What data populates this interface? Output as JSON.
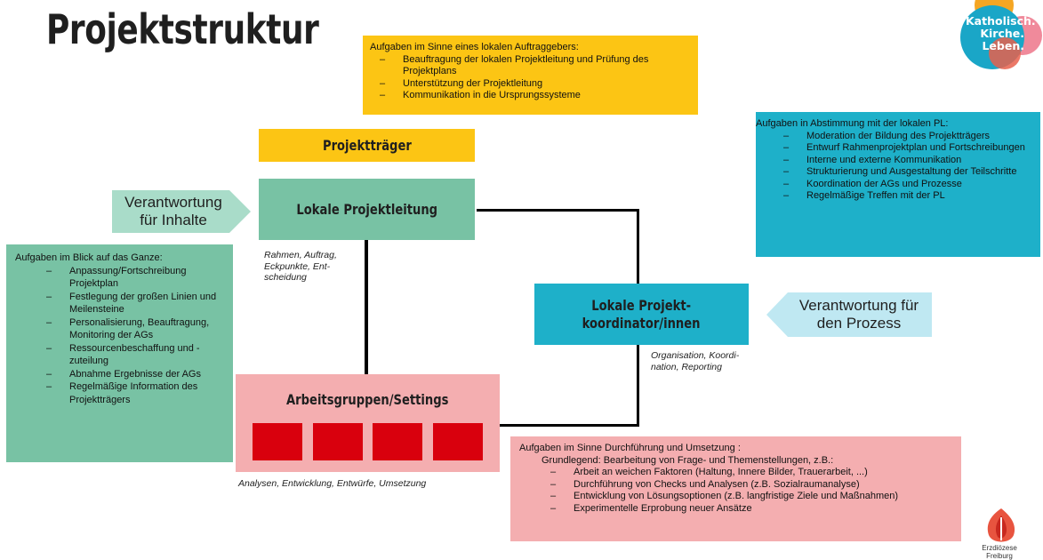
{
  "title": "Projektstruktur",
  "logo": {
    "line1": "Katholisch.",
    "line2": "Kirche.",
    "line3": "Leben."
  },
  "footer_logo": {
    "line1": "Erzdiözese",
    "line2": "Freiburg"
  },
  "traeger_note": {
    "heading": "Aufgaben im Sinne eines lokalen Auftraggebers:",
    "items": [
      "Beauftragung der lokalen Projektleitung und Prüfung des Projektplans",
      "Unterstützung der Projektleitung",
      "Kommunikation in die Ursprungssysteme"
    ]
  },
  "nodes": {
    "traeger": "Projektträger",
    "leitung": "Lokale Projektleitung",
    "koord_line1": "Lokale Projekt-",
    "koord_line2": "koordinator/innen",
    "arbeitsgruppen": "Arbeitsgruppen/Settings"
  },
  "arrows": {
    "inhalte_line1": "Verantwortung",
    "inhalte_line2": "für Inhalte",
    "prozess_line1": "Verantwortung für",
    "prozess_line2": "den Prozess"
  },
  "captions": {
    "leitung": [
      "Rahmen, Auftrag,",
      "Eckpunkte, Ent-",
      "scheidung"
    ],
    "koord": [
      "Organisation, Koordi-",
      "nation, Reporting"
    ],
    "arbeitsgruppen": "Analysen, Entwicklung, Entwürfe, Umsetzung"
  },
  "koord_note": {
    "heading": "Aufgaben in Abstimmung mit der lokalen PL:",
    "items": [
      "Moderation der Bildung des Projektträgers",
      "Entwurf Rahmenprojektplan und Fortschreibungen",
      "Interne und externe Kommunikation",
      "Strukturierung und Ausgestaltung der Teilschritte",
      "Koordination der AGs und Prozesse",
      "Regelmäßige Treffen mit der PL"
    ]
  },
  "leitung_note": {
    "heading": "Aufgaben im Blick auf das Ganze:",
    "items": [
      "Anpassung/Fortschreibung Projektplan",
      "Festlegung der großen Linien und Meilensteine",
      "Personalisierung, Beauftragung, Monitoring der AGs",
      "Ressourcenbeschaffung und -zuteilung",
      "Abnahme Ergebnisse der AGs",
      "Regelmäßige Information des Projektträgers"
    ]
  },
  "ag_note": {
    "heading": "Aufgaben im Sinne Durchführung und Umsetzung :",
    "subheading": "Grundlegend: Bearbeitung von Frage- und Themenstellungen, z.B.:",
    "items": [
      "Arbeit an weichen Faktoren (Haltung, Innere Bilder, Trauerarbeit, ...)",
      "Durchführung von Checks und Analysen (z.B. Sozialraumanalyse)",
      "Entwicklung von Lösungsoptionen (z.B. langfristige Ziele und Maßnahmen)",
      "Experimentelle Erprobung neuer Ansätze"
    ]
  },
  "colors": {
    "yellow": "#fcc514",
    "green": "#78c2a4",
    "cyan": "#1eb0c9",
    "pink": "#f4aeb0",
    "red": "#d9000d"
  }
}
